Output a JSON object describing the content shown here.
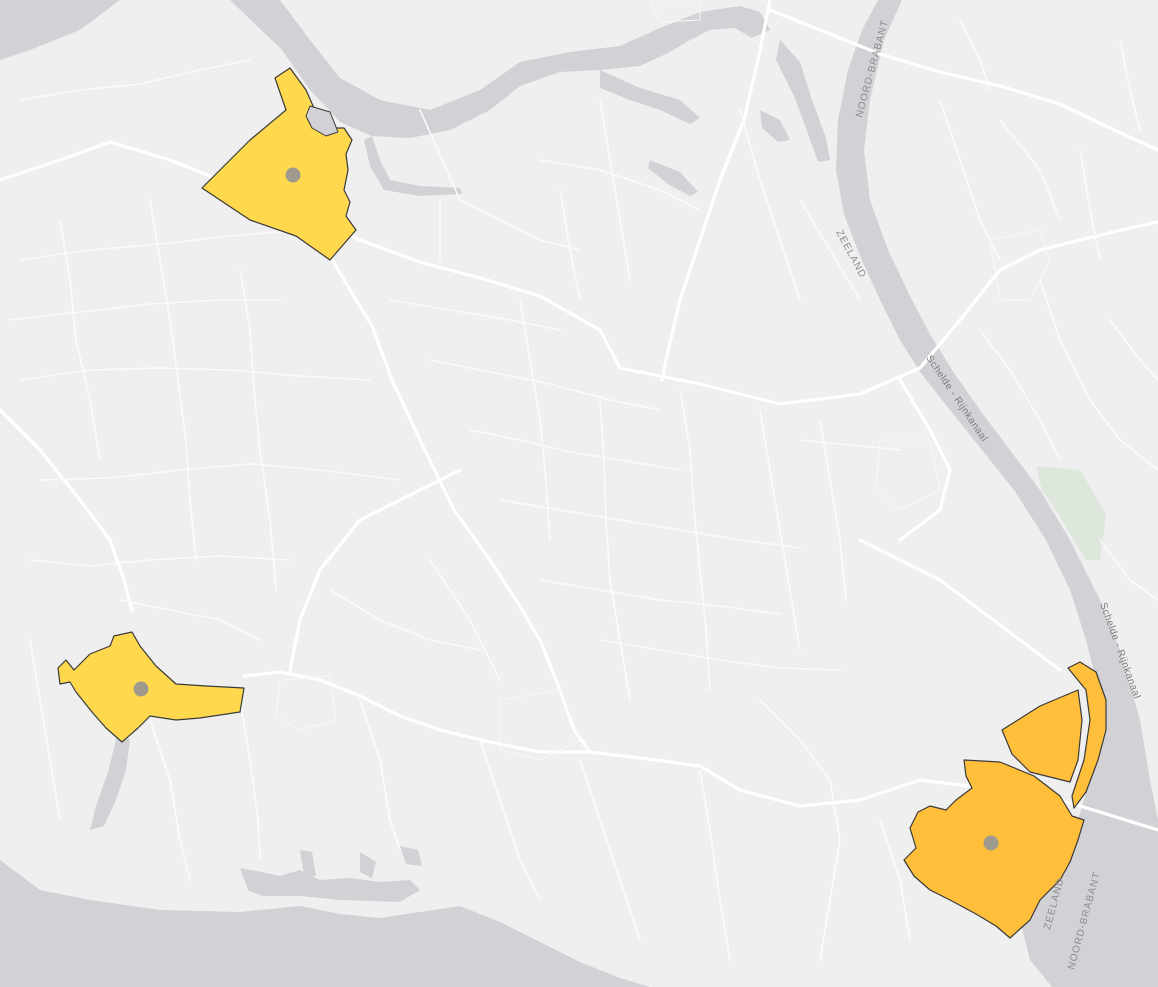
{
  "map": {
    "colors": {
      "land": "#efefef",
      "water": "#d2d2d6",
      "road": "#ffffff",
      "park": "#dde7dc",
      "parcel_light": "#ffd84e",
      "parcel_dark": "#ffbf3b",
      "parcel_outline": "#3a3a3a",
      "marker": "#9e9a8e"
    },
    "labels": {
      "province_north_1": "NOORD-BRABANT",
      "province_south_1": "ZEELAND",
      "canal_1": "Schelde - Rijnkanaal",
      "canal_2": "Schelde - Rijnkanaal",
      "province_south_2": "ZEELAND",
      "province_north_2": "NOORD-BRABANT"
    },
    "parcels": [
      {
        "id": "north-west",
        "marker": true
      },
      {
        "id": "south-west",
        "marker": true
      },
      {
        "id": "south-east",
        "marker": true
      }
    ]
  }
}
